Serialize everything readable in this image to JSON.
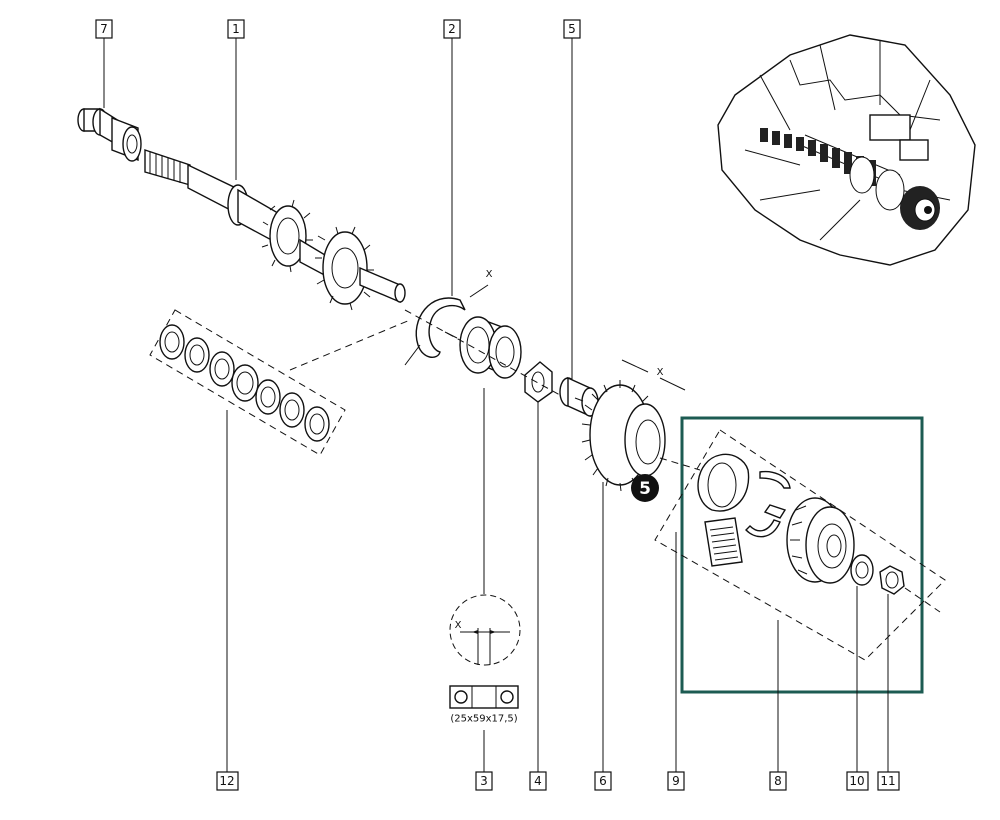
{
  "callouts": {
    "c1": "1",
    "c2": "2",
    "c3": "3",
    "c4": "4",
    "c5": "5",
    "c6": "6",
    "c7": "7",
    "c8": "8",
    "c9": "9",
    "c10": "10",
    "c11": "11",
    "c12": "12"
  },
  "dimension_labels": {
    "x1": "X",
    "x2": "X",
    "x3": "X"
  },
  "bearing_size": "(25x59x17,5)",
  "step_badge": "5",
  "colors": {
    "highlight_frame": "#1c5b52",
    "badge": "#111111",
    "line": "#111111"
  }
}
